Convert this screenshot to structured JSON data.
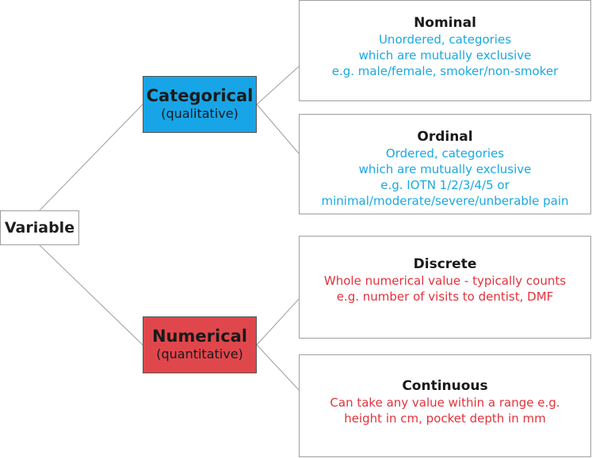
{
  "root": {
    "label": "Variable"
  },
  "categorical": {
    "title": "Categorical",
    "subtitle": "(qualitative)",
    "color": "#17a5e8"
  },
  "numerical": {
    "title": "Numerical",
    "subtitle": "(quantitative)",
    "color": "#e0474c"
  },
  "nominal": {
    "title": "Nominal",
    "lines": [
      "Unordered, categories",
      "which are mutually exclusive",
      "e.g. male/female, smoker/non-smoker"
    ]
  },
  "ordinal": {
    "title": "Ordinal",
    "lines": [
      "Ordered, categories",
      "which are mutually exclusive",
      "e.g. IOTN 1/2/3/4/5 or",
      "minimal/moderate/severe/unberable pain"
    ]
  },
  "discrete": {
    "title": "Discrete",
    "lines": [
      "Whole numerical value - typically counts",
      "e.g. number of visits to dentist, DMF"
    ]
  },
  "continuous": {
    "title": "Continuous",
    "lines": [
      "Can take any value within a range e.g.",
      "height in cm, pocket depth in mm"
    ]
  },
  "colors": {
    "qualitative_text": "#1aa8e0",
    "quantitative_text": "#e2323c",
    "connector": "#9e9e9e"
  }
}
